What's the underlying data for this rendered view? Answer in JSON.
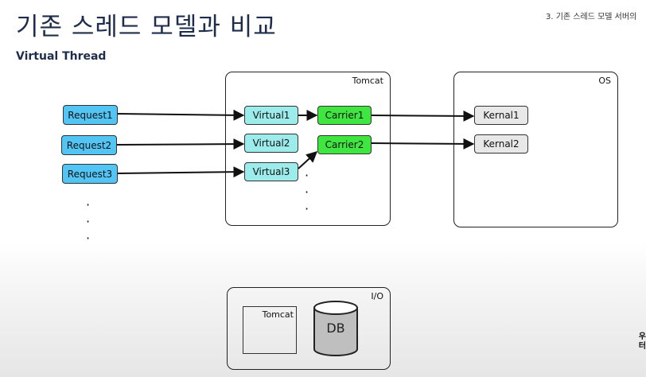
{
  "slide": {
    "title": "기존 스레드 모델과 비교",
    "breadcrumb": "3. 기존 스레드 모델 서버의",
    "subtitle": "Virtual Thread",
    "corner_text": [
      "우",
      "터"
    ]
  },
  "diagram": {
    "tomcat": {
      "label": "Tomcat",
      "virtual": [
        "Virtual1",
        "Virtual2",
        "Virtual3"
      ],
      "carriers": [
        "Carrier1",
        "Carrier2"
      ]
    },
    "os": {
      "label": "OS",
      "kernels": [
        "Kernal1",
        "Kernal2"
      ]
    },
    "requests": [
      "Request1",
      "Request2",
      "Request3"
    ],
    "ellipsis": "·",
    "io": {
      "label": "I/O",
      "tomcat_label": "Tomcat",
      "db_label": "DB"
    }
  }
}
